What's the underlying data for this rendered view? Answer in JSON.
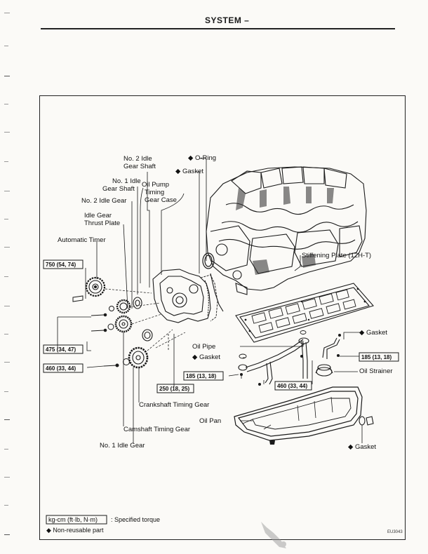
{
  "header": {
    "title": "SYSTEM –"
  },
  "labels": {
    "no2_idle_gear_shaft_1": "No. 2 Idle",
    "no2_idle_gear_shaft_2": "Gear Shaft",
    "o_ring": "◆ O-Ring",
    "gasket_top": "◆ Gasket",
    "no1_idle_gear_shaft_1": "No. 1 Idle",
    "no1_idle_gear_shaft_2": "Gear Shaft",
    "oil_pump_1": "Oil Pump",
    "oil_pump_2": "Timing",
    "oil_pump_3": "Gear Case",
    "no2_idle_gear": "No. 2 Idle Gear",
    "idle_gear_thrust_1": "Idle Gear",
    "idle_gear_thrust_2": "Thrust Plate",
    "automatic_timer": "Automatic Timer",
    "stiffening_plate": "Stiffening Plate (12H-T)",
    "gasket_right": "◆ Gasket",
    "oil_pipe": "Oil Pipe",
    "gasket_pipe": "◆ Gasket",
    "oil_strainer": "Oil Strainer",
    "crankshaft_timing_gear": "Crankshaft Timing Gear",
    "oil_pan": "Oil Pan",
    "camshaft_timing_gear": "Camshaft Timing Gear",
    "no1_idle_gear": "No. 1 Idle Gear",
    "gasket_bottom": "◆ Gasket"
  },
  "torques": {
    "t750": "750 (54, 74)",
    "t475": "475 (34, 47)",
    "t460_left": "460 (33, 44)",
    "t250": "250 (18, 25)",
    "t185_mid": "185 (13, 18)",
    "t460_right": "460 (33, 44)",
    "t185_right": "185 (13, 18)"
  },
  "legend": {
    "unit_box": "kg-cm (ft·lb, N·m)",
    "specified_torque": ": Specified torque",
    "non_reusable": "◆ Non-reusable part"
  },
  "figure_code": "EU3043",
  "colors": {
    "ink": "#1a1a1a",
    "paper": "#fbfaf7",
    "gray": "#6e6e6e"
  }
}
